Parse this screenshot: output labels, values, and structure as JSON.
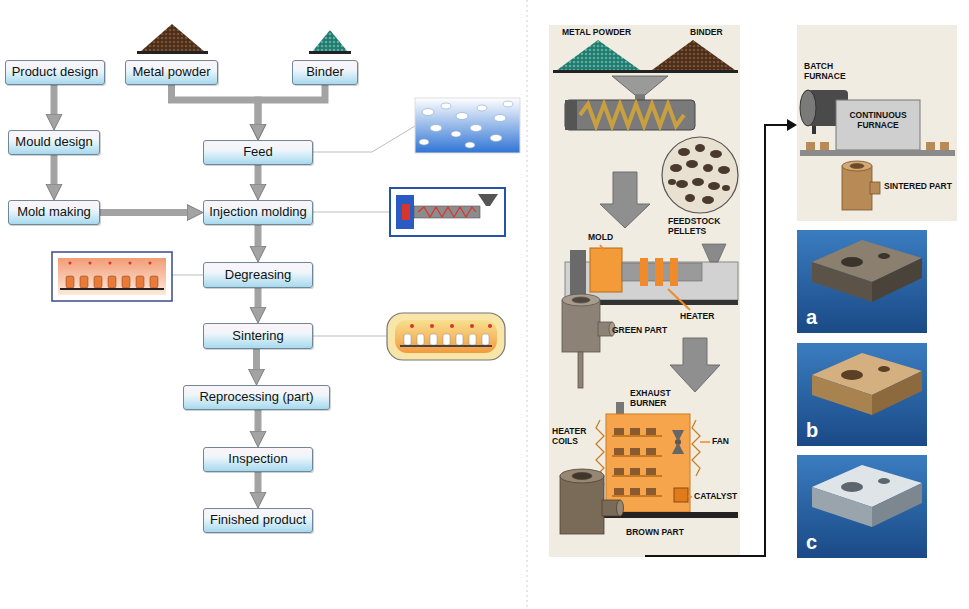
{
  "diagram": {
    "nodes": [
      {
        "text": [
          "Product design"
        ]
      },
      {
        "text": [
          "Mould design"
        ]
      },
      {
        "text": [
          "Mold making"
        ]
      },
      {
        "text": [
          "Metal powder"
        ]
      },
      {
        "text": [
          "Binder"
        ]
      },
      {
        "text": [
          "Feed"
        ]
      },
      {
        "text": [
          "Injection molding"
        ]
      },
      {
        "text": [
          "Degreasing"
        ]
      },
      {
        "text": [
          "Sintering"
        ]
      },
      {
        "text": [
          "Reprocessing (part)"
        ]
      },
      {
        "text": [
          "Inspection"
        ]
      },
      {
        "text": [
          "Finished product"
        ]
      }
    ],
    "edges": [
      {
        "from": 0,
        "to": 1,
        "arrow": "to"
      },
      {
        "from": 1,
        "to": 2,
        "arrow": "to"
      },
      {
        "from": 2,
        "to": 6,
        "arrow": "to"
      },
      {
        "from": 3,
        "to": 5,
        "arrow": "to"
      },
      {
        "from": 4,
        "to": 5,
        "arrow": "to"
      },
      {
        "from": 5,
        "to": 6,
        "arrow": "to"
      },
      {
        "from": 6,
        "to": 7,
        "arrow": "to"
      },
      {
        "from": 7,
        "to": 8,
        "arrow": "to"
      },
      {
        "from": 8,
        "to": 9,
        "arrow": "to"
      },
      {
        "from": 9,
        "to": 10,
        "arrow": "to"
      },
      {
        "from": 10,
        "to": 11,
        "arrow": "to"
      }
    ],
    "labels": [
      "METAL POWDER",
      "BINDER",
      "FEEDSTOCK PELLETS",
      "MOLD",
      "HEATER",
      "GREEN PART",
      "EXHAUST BURNER",
      "HEATER COILS",
      "FAN",
      "CATALYST",
      "BROWN PART",
      "BATCH FURNACE",
      "CONTINUOUS FURNACE",
      "SINTERED PART",
      "a",
      "b",
      "c"
    ]
  }
}
